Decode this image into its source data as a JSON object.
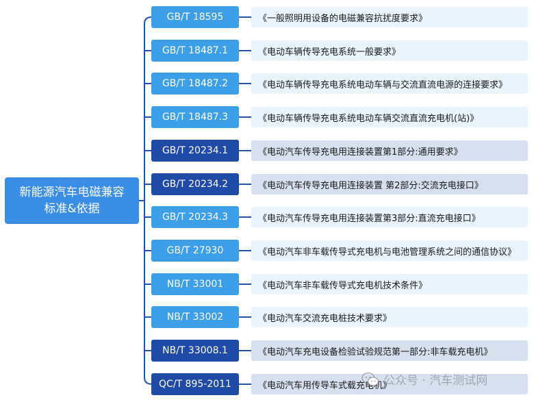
{
  "root": {
    "line1": "新能源汽车电磁兼容",
    "line2": "标准&依据"
  },
  "colors": {
    "root": "#3b8ee6",
    "code_light": "#3d9fe8",
    "code_dark": "#1f4aa6",
    "title_light": "#e9f4fd",
    "title_dark": "#d6e0ef",
    "connector": "#1f56a8"
  },
  "standards": [
    {
      "code": "GB/T 18595",
      "title": "《一般照明用设备的电磁兼容抗扰度要求》",
      "tone": "light"
    },
    {
      "code": "GB/T 18487.1",
      "title": "《电动车辆传导充电系统一般要求》",
      "tone": "light"
    },
    {
      "code": "GB/T 18487.2",
      "title": "《电动车辆传导充电系统电动车辆与交流直流电源的连接要求》",
      "tone": "light"
    },
    {
      "code": "GB/T 18487.3",
      "title": "《电动车辆传导充电系统电动车辆交流直流充电机(站)》",
      "tone": "light"
    },
    {
      "code": "GB/T 20234.1",
      "title": "《电动汽车传导充电用连接装置第1部分:通用要求》",
      "tone": "dark"
    },
    {
      "code": "GB/T 20234.2",
      "title": "《电动汽车传导充电用连接装置 第2部分:交流充电接口》",
      "tone": "dark"
    },
    {
      "code": "GB/T 20234.3",
      "title": "《电动汽车传导充电用连接装置第3部分:直流充电接口》",
      "tone": "light"
    },
    {
      "code": "GB/T 27930",
      "title": "《电动汽车非车载传导式充电机与电池管理系统之间的通信协议》",
      "tone": "light"
    },
    {
      "code": "NB/T 33001",
      "title": "《电动汽车非车载传导式充电机技术条件》",
      "tone": "light"
    },
    {
      "code": "NB/T 33002",
      "title": "《电动汽车交流充电桩技术要求》",
      "tone": "light"
    },
    {
      "code": "NB/T 33008.1",
      "title": "《电动汽车充电设备检验试验规范第一部分:非车载充电机》",
      "tone": "dark"
    },
    {
      "code": "QC/T 895-2011",
      "title": "《电动汽车用传导车式载充电机》",
      "tone": "dark"
    }
  ],
  "watermark": {
    "icon": "wechat-icon",
    "text": "公众号 · 汽车测试网"
  }
}
